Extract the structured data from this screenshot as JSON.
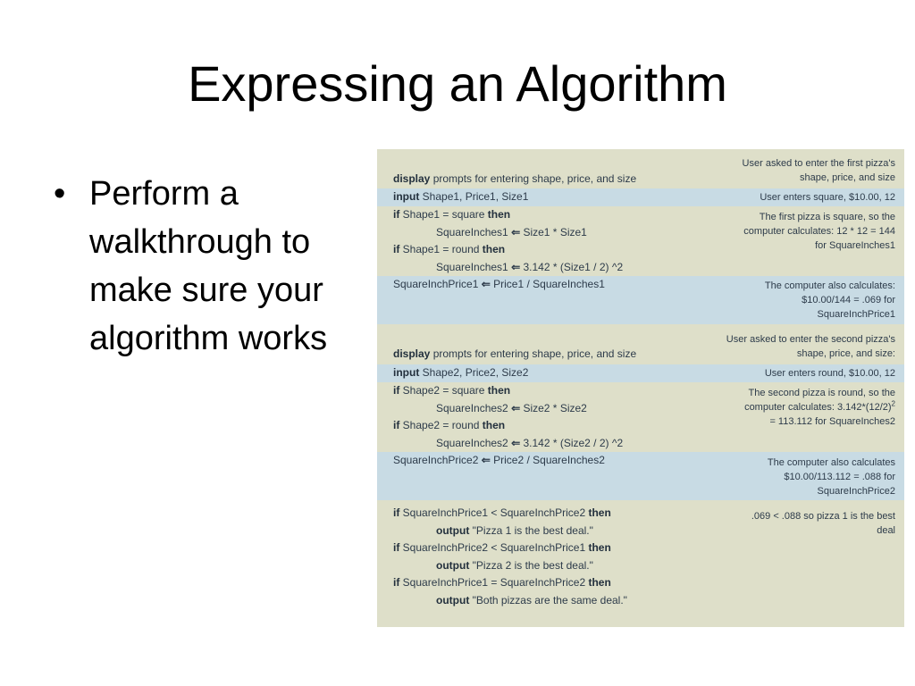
{
  "slide": {
    "title": "Expressing an Algorithm",
    "bullets": [
      "Perform a walkthrough to make sure your algorithm works"
    ]
  },
  "walkthrough": {
    "blocks": [
      {
        "lines": [
          {
            "kw": "display",
            "text": " prompts for entering shape, price, and size"
          }
        ],
        "note": "User asked to enter the first pizza's shape, price, and size"
      },
      {
        "lines": [
          {
            "kw": "input",
            "text": " Shape1, Price1, Size1"
          }
        ],
        "note": "User enters square, $10.00, 12"
      },
      {
        "lines": [
          {
            "kw": "if",
            "text": " Shape1 = square ",
            "kw2": "then"
          },
          {
            "indent": true,
            "a": "SquareInches1 ",
            "arrow": "⇐",
            "b": " Size1 * Size1"
          },
          {
            "kw": "if",
            "text": " Shape1 = round ",
            "kw2": "then"
          },
          {
            "indent": true,
            "a": "SquareInches1 ",
            "arrow": "⇐",
            "b": " 3.142 * (Size1 / 2) ^2"
          }
        ],
        "note": "The first pizza is square, so the computer calculates: 12 * 12 = 144 for SquareInches1"
      },
      {
        "lines": [
          {
            "a": "SquareInchPrice1 ",
            "arrow": "⇐",
            "b": " Price1 / SquareInches1"
          }
        ],
        "note": "The computer also calculates: $10.00/144 = .069 for SquareInchPrice1"
      },
      {
        "lines": [
          {
            "kw": "display",
            "text": " prompts for entering shape, price, and size"
          }
        ],
        "note": "User asked to enter the second pizza's shape, price, and size:"
      },
      {
        "lines": [
          {
            "kw": "input",
            "text": " Shape2, Price2, Size2"
          }
        ],
        "note": "User enters round, $10.00, 12"
      },
      {
        "lines": [
          {
            "kw": "if",
            "text": " Shape2 = square ",
            "kw2": "then"
          },
          {
            "indent": true,
            "a": "SquareInches2 ",
            "arrow": "⇐",
            "b": " Size2 * Size2"
          },
          {
            "kw": "if",
            "text": " Shape2 = round ",
            "kw2": "then"
          },
          {
            "indent": true,
            "a": "SquareInches2 ",
            "arrow": "⇐",
            "b": " 3.142 * (Size2 / 2) ^2"
          }
        ],
        "note_a": "The second pizza is round, so the computer calculates: 3.142*(12/2)",
        "note_sup": "2",
        "note_b": " = 113.112 for SquareInches2"
      },
      {
        "lines": [
          {
            "a": "SquareInchPrice2 ",
            "arrow": "⇐",
            "b": " Price2 / SquareInches2"
          }
        ],
        "note": "The computer also calculates $10.00/113.112 = .088 for SquareInchPrice2"
      },
      {
        "lines": [
          {
            "kw": "if",
            "text": " SquareInchPrice1 < SquareInchPrice2 ",
            "kw2": "then"
          },
          {
            "indent": true,
            "kw": "output",
            "text": " \"Pizza 1 is the best deal.\""
          },
          {
            "kw": "if",
            "text": " SquareInchPrice2 < SquareInchPrice1 ",
            "kw2": "then"
          },
          {
            "indent": true,
            "kw": "output",
            "text": " \"Pizza 2 is the best deal.\""
          },
          {
            "kw": "if",
            "text": " SquareInchPrice1 = SquareInchPrice2 ",
            "kw2": "then"
          },
          {
            "indent": true,
            "kw": "output",
            "text": " \"Both pizzas are the same deal.\""
          }
        ],
        "note": ".069 < .088 so pizza 1 is the best deal"
      }
    ]
  }
}
